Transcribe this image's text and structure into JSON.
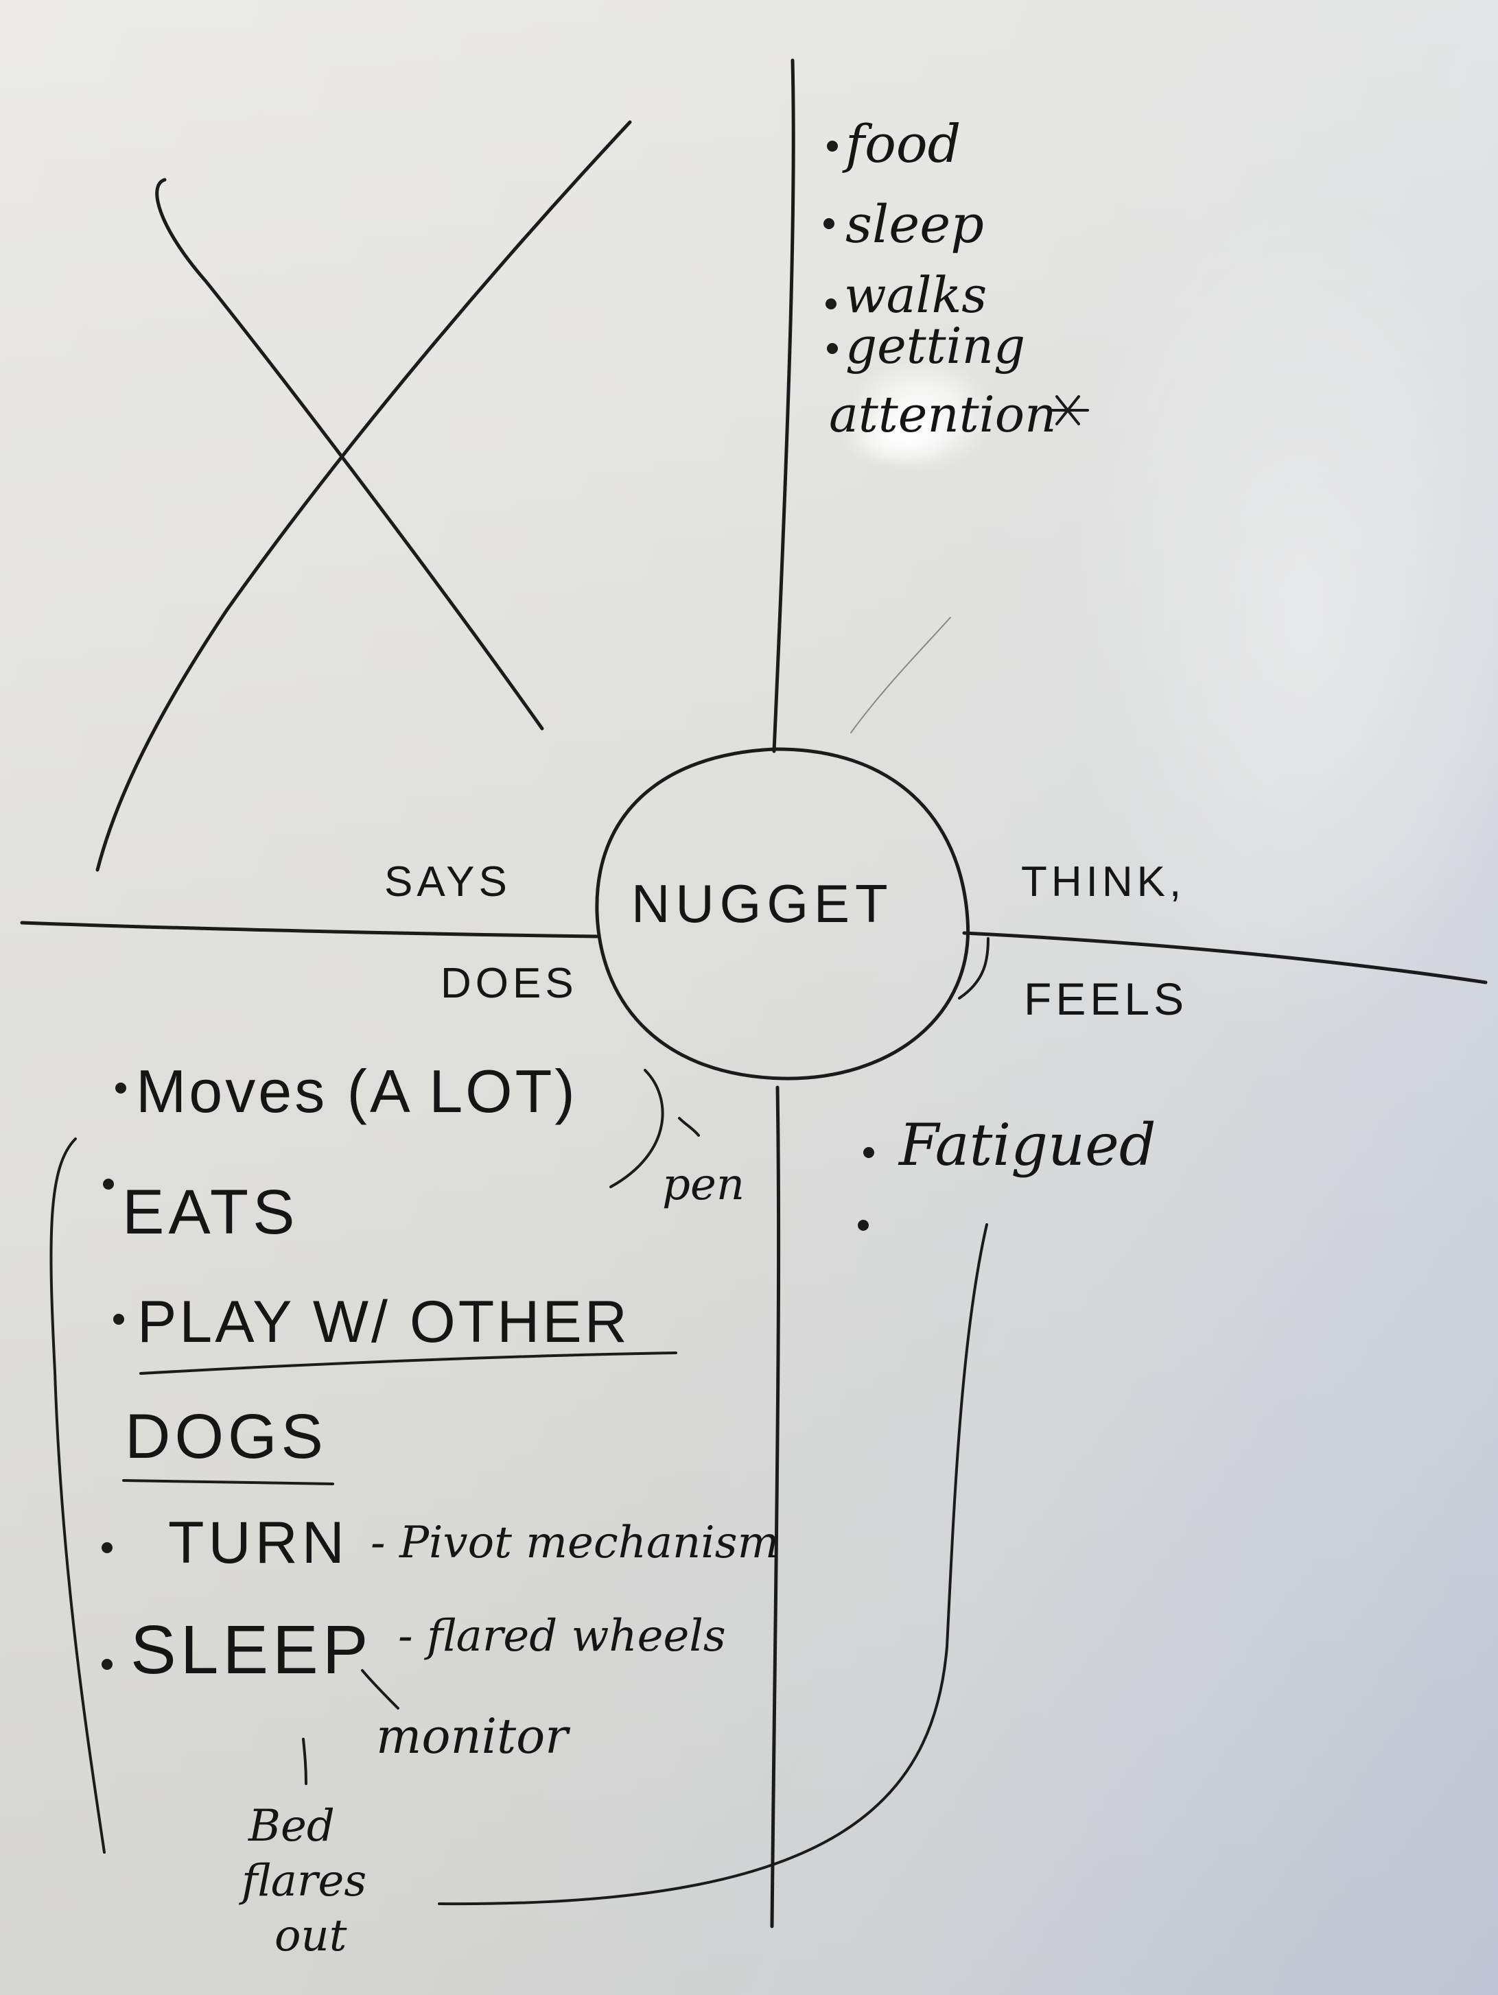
{
  "board": {
    "center_label": "NUGGET",
    "quadrant_labels": {
      "says": "SAYS",
      "think": "THINK,",
      "does": "DOES",
      "feels": "FEELS"
    },
    "think_items": [
      "food",
      "sleep",
      "walks",
      "getting",
      "attention",
      "★"
    ],
    "does_items": [
      "Moves (A LOT)",
      "EATS",
      "PLAY W/ OTHER",
      "DOGS",
      "TURN",
      "- Pivot mechanism",
      "SLEEP",
      "- flared wheels",
      "monitor",
      "Bed",
      "flares",
      "out",
      "pen"
    ],
    "feels_items": [
      "Fatigued",
      ""
    ],
    "colors": {
      "marker": "#1b1b1b",
      "whiteboard": "#e4e4e0",
      "edge_tint": "#c9d1e1"
    }
  }
}
